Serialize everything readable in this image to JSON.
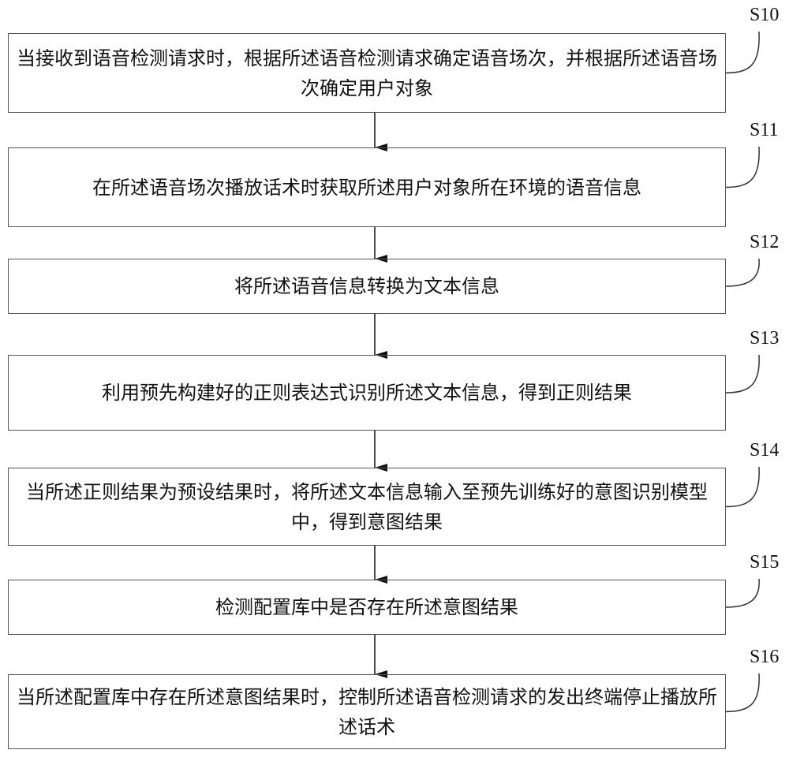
{
  "steps": [
    {
      "id": "S10",
      "text": "当接收到语音检测请求时，根据所述语音检测请求确定语音场次，并根据所述语音场次确定用户对象"
    },
    {
      "id": "S11",
      "text": "在所述语音场次播放话术时获取所述用户对象所在环境的语音信息"
    },
    {
      "id": "S12",
      "text": "将所述语音信息转换为文本信息"
    },
    {
      "id": "S13",
      "text": "利用预先构建好的正则表达式识别所述文本信息，得到正则结果"
    },
    {
      "id": "S14",
      "text": "当所述正则结果为预设结果时，将所述文本信息输入至预先训练好的意图识别模型中，得到意图结果"
    },
    {
      "id": "S15",
      "text": "检测配置库中是否存在所述意图结果"
    },
    {
      "id": "S16",
      "text": "当所述配置库中存在所述意图结果时，控制所述语音检测请求的发出终端停止播放所述话术"
    }
  ]
}
